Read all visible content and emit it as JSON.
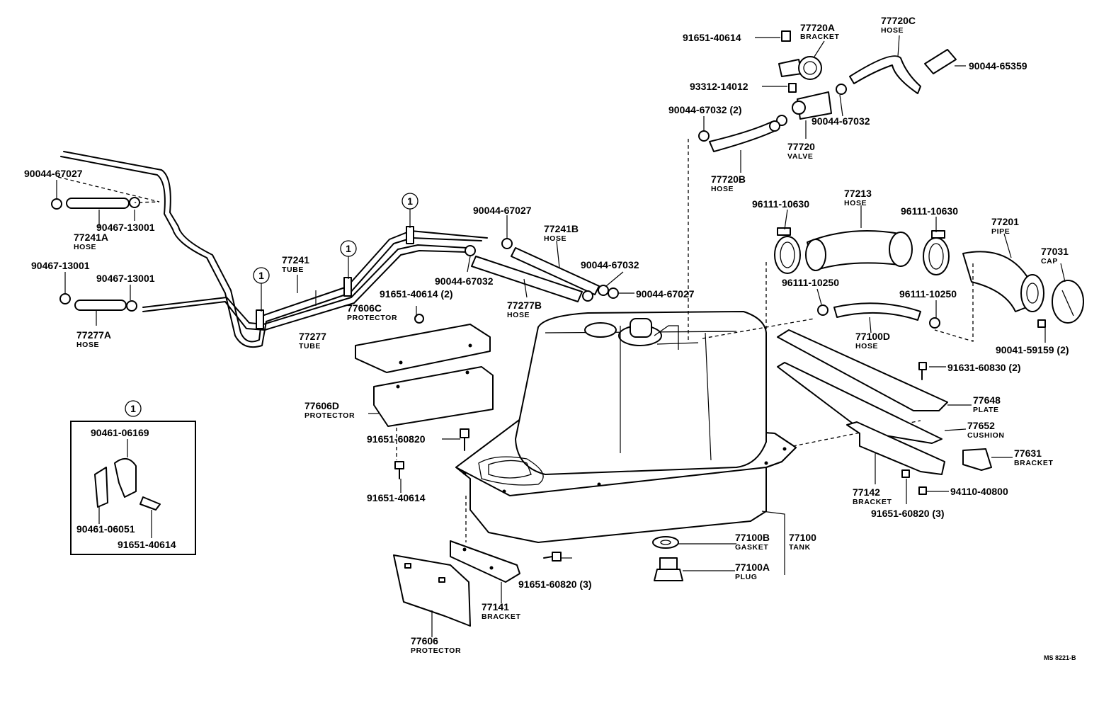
{
  "callouts": [
    {
      "number": "90044-67027"
    },
    {
      "number": "90467-13001"
    },
    {
      "number": "77241A",
      "name": "HOSE"
    },
    {
      "number": "90467-13001"
    },
    {
      "number": "90467-13001"
    },
    {
      "number": "77277A",
      "name": "HOSE"
    },
    {
      "number": "77241",
      "name": "TUBE"
    },
    {
      "number": "77277",
      "name": "TUBE"
    },
    {
      "number": "90044-67027"
    },
    {
      "number": "77241B",
      "name": "HOSE"
    },
    {
      "number": "90044-67032"
    },
    {
      "number": "90044-67032"
    },
    {
      "number": "90044-67027"
    },
    {
      "number": "77277B",
      "name": "HOSE"
    },
    {
      "number": "91651-40614 (2)"
    },
    {
      "number": "77606C",
      "name": "PROTECTOR"
    },
    {
      "number": "77606D",
      "name": "PROTECTOR"
    },
    {
      "number": "91651-60820"
    },
    {
      "number": "91651-40614"
    },
    {
      "number": "91651-40614"
    },
    {
      "number": "77720A",
      "name": "BRACKET"
    },
    {
      "number": "77720C",
      "name": "HOSE"
    },
    {
      "number": "90044-65359"
    },
    {
      "number": "93312-14012"
    },
    {
      "number": "90044-67032 (2)"
    },
    {
      "number": "90044-67032"
    },
    {
      "number": "77720",
      "name": "VALVE"
    },
    {
      "number": "77720B",
      "name": "HOSE"
    },
    {
      "number": "96111-10630"
    },
    {
      "number": "77213",
      "name": "HOSE"
    },
    {
      "number": "96111-10630"
    },
    {
      "number": "77201",
      "name": "PIPE"
    },
    {
      "number": "77031",
      "name": "CAP"
    },
    {
      "number": "96111-10250"
    },
    {
      "number": "96111-10250"
    },
    {
      "number": "77100D",
      "name": "HOSE"
    },
    {
      "number": "90041-59159 (2)"
    },
    {
      "number": "91631-60830 (2)"
    },
    {
      "number": "77648",
      "name": "PLATE"
    },
    {
      "number": "77652",
      "name": "CUSHION"
    },
    {
      "number": "77631",
      "name": "BRACKET"
    },
    {
      "number": "94110-40800"
    },
    {
      "number": "77142",
      "name": "BRACKET"
    },
    {
      "number": "91651-60820 (3)"
    },
    {
      "number": "77100B",
      "name": "GASKET"
    },
    {
      "number": "77100",
      "name": "TANK"
    },
    {
      "number": "77100A",
      "name": "PLUG"
    },
    {
      "number": "91651-60820 (3)"
    },
    {
      "number": "77141",
      "name": "BRACKET"
    },
    {
      "number": "77606",
      "name": "PROTECTOR"
    }
  ],
  "inset": {
    "marker": "1",
    "callouts": [
      {
        "number": "90461-06169"
      },
      {
        "number": "90461-06051"
      },
      {
        "number": "91651-40614"
      }
    ]
  },
  "clip_markers": [
    "1",
    "1",
    "1"
  ],
  "code": "MS 8221-B"
}
